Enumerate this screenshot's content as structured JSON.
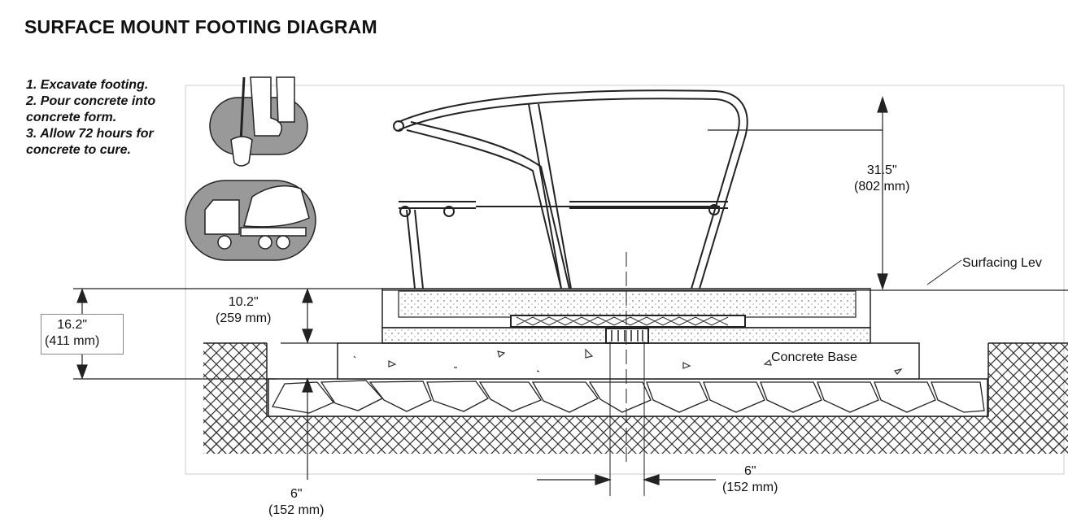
{
  "title": "SURFACE MOUNT FOOTING DIAGRAM",
  "steps": [
    "1. Excavate footing.",
    "2. Pour concrete into",
    "concrete form.",
    "3. Allow 72 hours for",
    "concrete to cure."
  ],
  "dimensions": {
    "height_top": {
      "imperial": "31.5\"",
      "metric": "(802 mm)"
    },
    "depth_total": {
      "imperial": "16.2\"",
      "metric": "(411 mm)"
    },
    "depth_upper": {
      "imperial": "10.2\"",
      "metric": "(259 mm)"
    },
    "depth_base": {
      "imperial": "6\"",
      "metric": "(152 mm)"
    },
    "width_post": {
      "imperial": "6\"",
      "metric": "(152 mm)"
    }
  },
  "labels": {
    "surfacing_level": "Surfacing Lev",
    "concrete_base": "Concrete Base"
  },
  "icons": [
    "shovel-icon",
    "concrete-truck-icon"
  ]
}
